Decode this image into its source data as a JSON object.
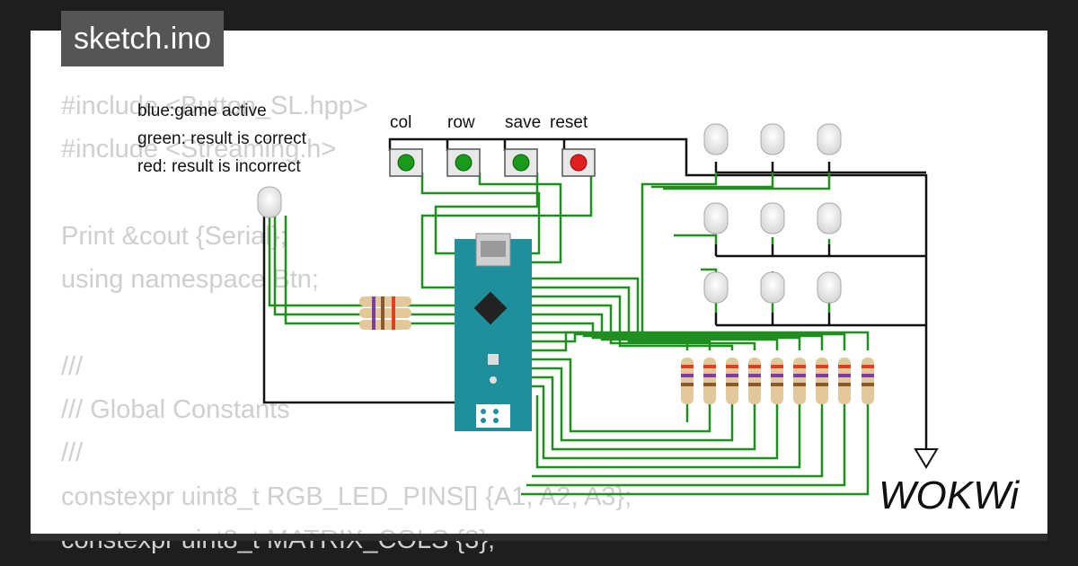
{
  "tab": {
    "title": "sketch.ino"
  },
  "code_lines": [
    "#include <Button_SL.hpp>",
    "#include <Streaming.h>",
    "",
    "Print &cout {Serial};",
    "using namespace Btn;",
    "",
    "///",
    "/// Global Constants",
    "///",
    "constexpr uint8_t RGB_LED_PINS[] {A1, A2, A3};",
    "constexpr uint8_t MATRIX_COLS {3};"
  ],
  "legend": {
    "line1": "blue:game active",
    "line2": "green: result is correct",
    "line3": "red: result is incorrect"
  },
  "buttons": {
    "col_label": "col",
    "row_label": "row",
    "save_label": "save",
    "reset_label": "reset"
  },
  "logo": {
    "text": "WOKWi"
  },
  "colors": {
    "background": "#1e1e1e",
    "card": "#ffffff",
    "tab": "#555555",
    "code_text": "#cfcfcf",
    "wire_green": "#1f8f1f",
    "wire_black": "#111111",
    "board": "#1f8f9c",
    "button_green": "#1a9a1a",
    "button_red": "#e02020"
  }
}
